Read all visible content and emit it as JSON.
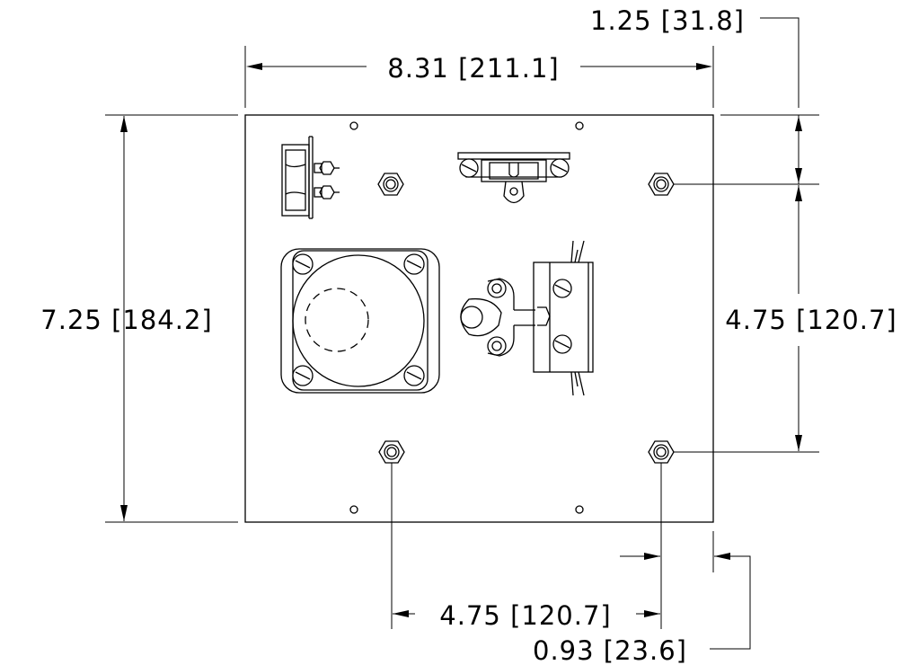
{
  "dimensions": {
    "top_width": "8.31 [211.1]",
    "top_right_offset": "1.25 [31.8]",
    "left_height": "7.25 [184.2]",
    "right_vertical_spacing": "4.75 [120.7]",
    "bottom_horizontal_spacing": "4.75 [120.7]",
    "bottom_right_offset": "0.93 [23.6]"
  }
}
